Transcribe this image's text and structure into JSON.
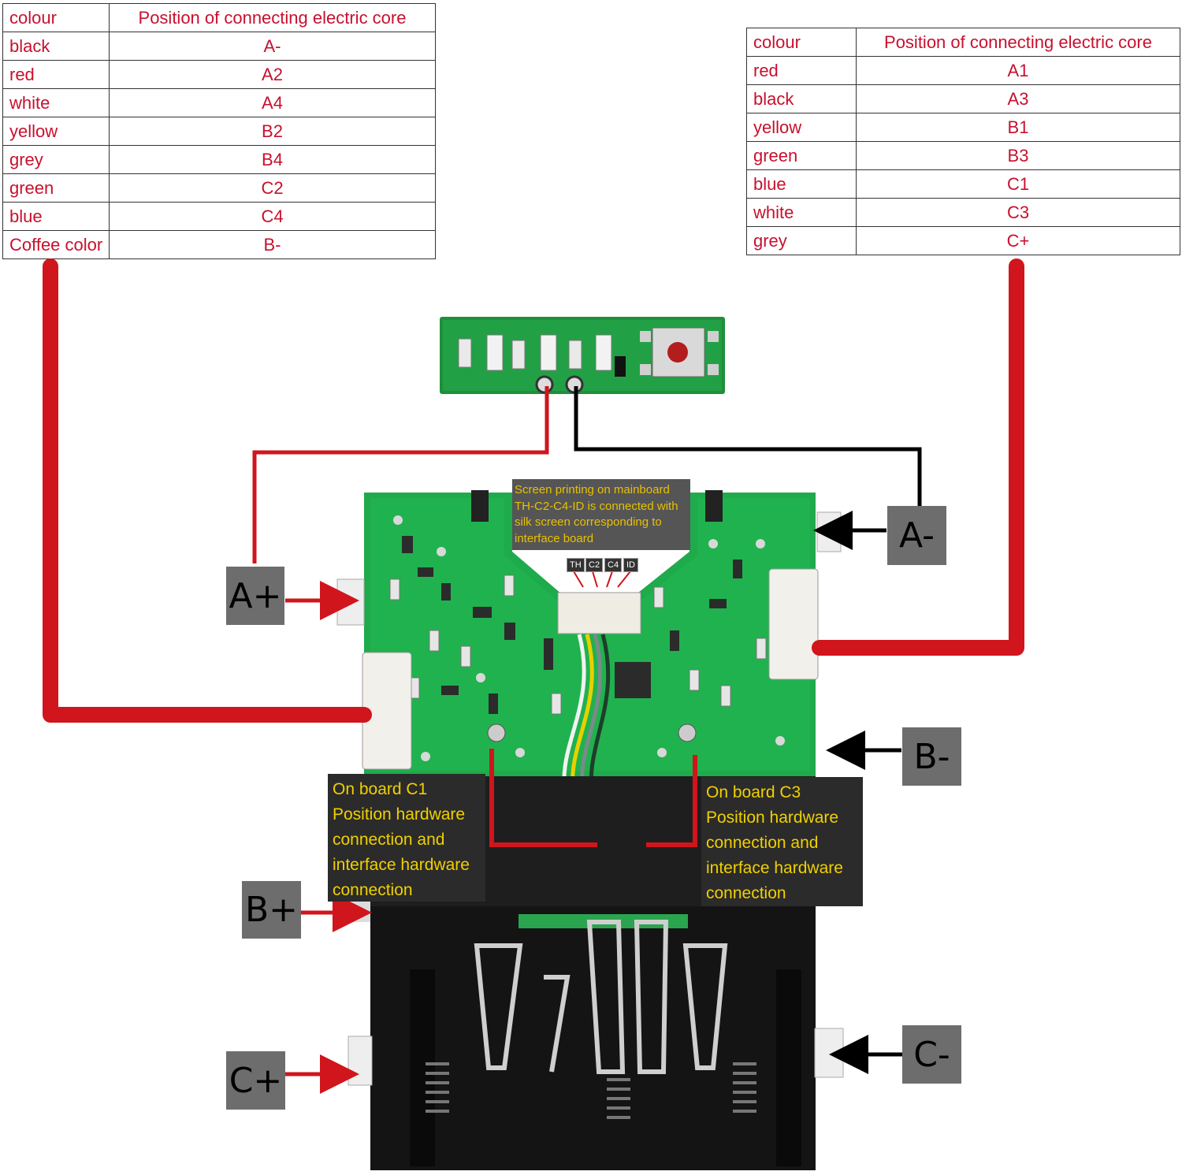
{
  "left_table": {
    "header": {
      "colour": "colour",
      "position": "Position of connecting electric core"
    },
    "rows": [
      {
        "colour": "black",
        "position": "A-"
      },
      {
        "colour": "red",
        "position": "A2"
      },
      {
        "colour": "white",
        "position": "A4"
      },
      {
        "colour": "yellow",
        "position": "B2"
      },
      {
        "colour": "grey",
        "position": "B4"
      },
      {
        "colour": "green",
        "position": "C2"
      },
      {
        "colour": "blue",
        "position": "C4"
      },
      {
        "colour": "Coffee color",
        "position": "B-"
      }
    ]
  },
  "right_table": {
    "header": {
      "colour": "colour",
      "position": "Position of connecting electric core"
    },
    "rows": [
      {
        "colour": "red",
        "position": "A1"
      },
      {
        "colour": "black",
        "position": "A3"
      },
      {
        "colour": "yellow",
        "position": "B1"
      },
      {
        "colour": "green",
        "position": "B3"
      },
      {
        "colour": "blue",
        "position": "C1"
      },
      {
        "colour": "white",
        "position": "C3"
      },
      {
        "colour": "grey",
        "position": "C+"
      }
    ]
  },
  "terminals": {
    "a_plus": "A+",
    "a_minus": "A-",
    "b_plus": "B+",
    "b_minus": "B-",
    "c_plus": "C+",
    "c_minus": "C-"
  },
  "notes": {
    "screen_printing": "Screen printing on mainboard TH-C2-C4-ID is connected with silk screen corresponding to interface board",
    "c1": "On board C1 Position hardware connection and interface hardware connection",
    "c3": "On board C3 Position hardware connection and interface hardware connection"
  },
  "pin_tags": [
    "TH",
    "C2",
    "C4",
    "ID"
  ],
  "colors": {
    "table_text": "#c8102e",
    "red_wire": "#d0151c",
    "black_wire": "#000000",
    "pcb_green": "#16a34a",
    "label_box": "#6d6d6d",
    "note_bg": "#2b2b2b",
    "note_text": "#f0d000"
  }
}
